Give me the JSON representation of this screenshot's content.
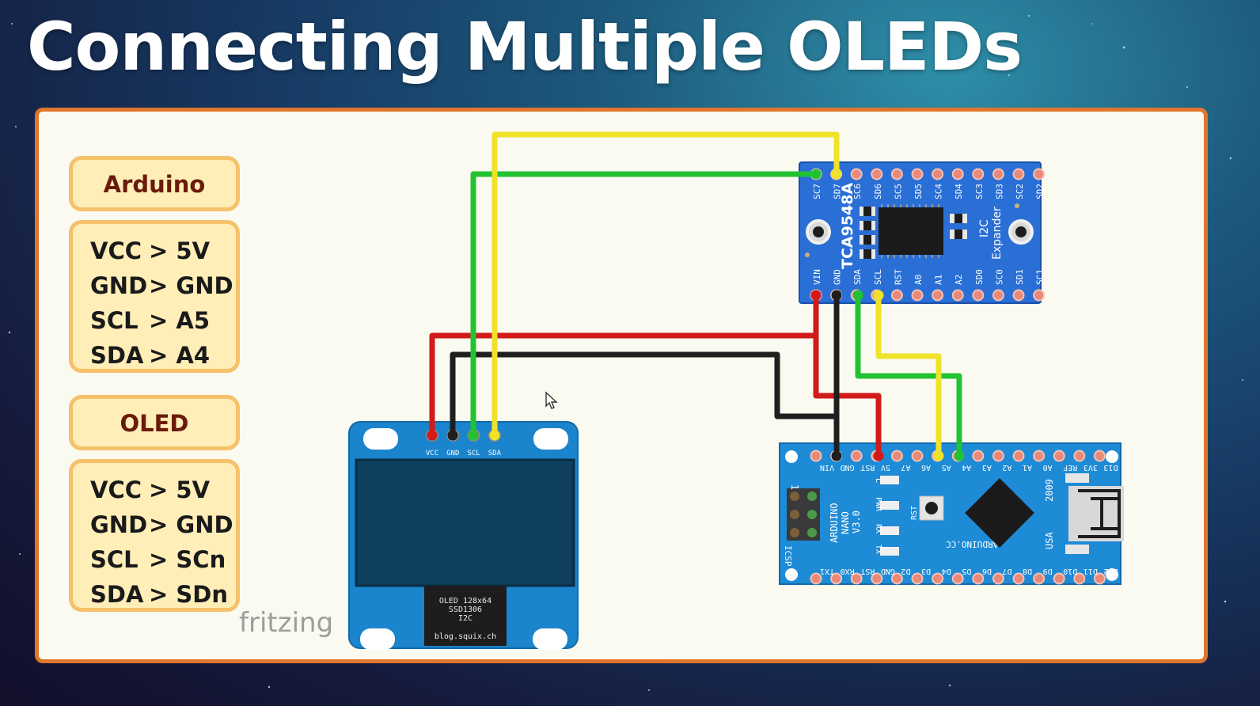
{
  "title": "Connecting Multiple OLEDs",
  "arduino_box": {
    "header": "Arduino",
    "rows": [
      {
        "pin": "VCC",
        "target": "> 5V"
      },
      {
        "pin": "GND",
        "target": "> GND"
      },
      {
        "pin": "SCL",
        "target": "> A5"
      },
      {
        "pin": "SDA",
        "target": "> A4"
      }
    ]
  },
  "oled_box": {
    "header": "OLED",
    "rows": [
      {
        "pin": "VCC",
        "target": "> 5V"
      },
      {
        "pin": "GND",
        "target": "> GND"
      },
      {
        "pin": "SCL",
        "target": "> SCn"
      },
      {
        "pin": "SDA",
        "target": "> SDn"
      }
    ]
  },
  "watermark": "fritzing",
  "multiplexer": {
    "chip": "TCA9548A",
    "subtitle": "I2C",
    "subtitle2": "Expander",
    "top_pins": [
      "SC7",
      "SD7",
      "SC6",
      "SD6",
      "SC5",
      "SD5",
      "SC4",
      "SD4",
      "SC3",
      "SD3",
      "SC2",
      "SD2"
    ],
    "bottom_pins": [
      "VIN",
      "GND",
      "SDA",
      "SCL",
      "RST",
      "A0",
      "A1",
      "A2",
      "SD0",
      "SC0",
      "SD1",
      "SC1"
    ]
  },
  "oled_module": {
    "pins": [
      "VCC",
      "GND",
      "SCL",
      "SDA"
    ],
    "label_lines": [
      "OLED 128x64",
      "SSD1306",
      "I2C"
    ],
    "url": "blog.squix.ch"
  },
  "nano": {
    "top_pins": [
      "VIN",
      "GND",
      "RST",
      "5V",
      "A7",
      "A6",
      "A5",
      "A4",
      "A3",
      "A2",
      "A1",
      "A0",
      "REF",
      "3V3",
      "D13"
    ],
    "bottom_pins": [
      "TX1",
      "RX0",
      "RST",
      "GND",
      "D2",
      "D3",
      "D4",
      "D5",
      "D6",
      "D7",
      "D8",
      "D9",
      "D10",
      "D11",
      "D12"
    ],
    "name_lines": [
      "ARDUINO",
      "NANO",
      "V3.0"
    ],
    "site": "ARDUINO.CC",
    "year": "2009",
    "country": "USA",
    "icsp": "ICSP",
    "one": "1",
    "led_labels": [
      "L",
      "PWR",
      "RX",
      "TX"
    ],
    "rst": "RST"
  },
  "colors": {
    "frame_border": "#e0762c",
    "panel_bg": "#fbfaf0",
    "box_fill": "#ffeeb8",
    "box_border": "#f5c16a",
    "box_header_text": "#6b1a0c",
    "board_blue": "#2a6fd6",
    "nano_blue": "#1d8bd6",
    "oled_blue": "#1a84cc",
    "oled_screen": "#0e3f5c",
    "wire_red": "#d11a1a",
    "wire_black": "#1f1f1f",
    "wire_green": "#22c232",
    "wire_yellow": "#efe22a"
  },
  "icons": [
    "mouse-cursor-icon"
  ]
}
